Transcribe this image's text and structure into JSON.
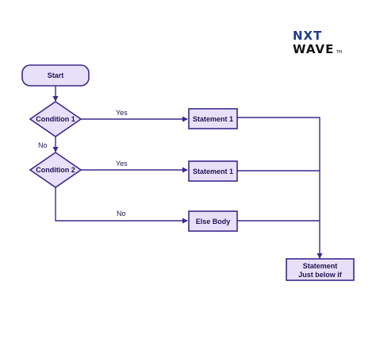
{
  "logo": {
    "line1": "NXT",
    "line2": "WAVE",
    "tm": "TM"
  },
  "nodes": {
    "start": "Start",
    "condition1": "Condition 1",
    "condition2": "Condition 2",
    "statement1_a": "Statement 1",
    "statement1_b": "Statement 1",
    "else_body": "Else Body",
    "after_if_line1": "Statement",
    "after_if_line2": "Just below if"
  },
  "edges": {
    "c1_yes": "Yes",
    "c1_no": "No",
    "c2_yes": "Yes",
    "c2_no": "No"
  },
  "colors": {
    "node_fill": "#e8e0f8",
    "node_stroke": "#3b2a8c",
    "text": "#1d1452",
    "logo_blue": "#1f3c8f"
  }
}
